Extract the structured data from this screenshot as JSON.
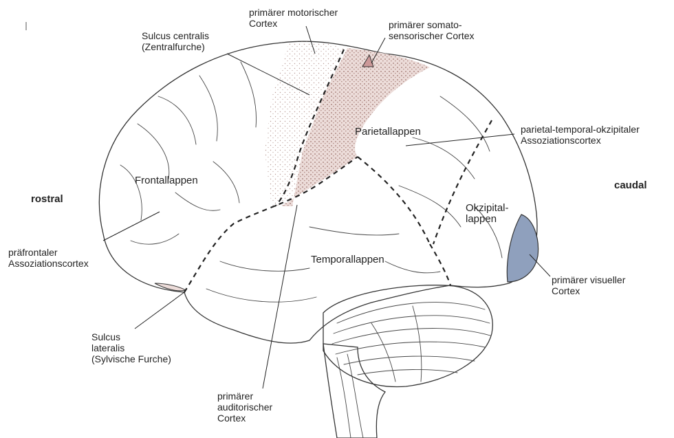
{
  "labels": {
    "motor_cortex": [
      "primärer motorischer",
      "Cortex"
    ],
    "somato_cortex": [
      "primärer somato-",
      "sensorischer Cortex"
    ],
    "sulcus_centralis": [
      "Sulcus centralis",
      "(Zentralfurche)"
    ],
    "parietal": "Parietallappen",
    "pto_assoc": [
      "parietal-temporal-okzipitaler",
      "Assoziationscortex"
    ],
    "rostral": "rostral",
    "caudal": "caudal",
    "frontal": "Frontallappen",
    "occipital": [
      "Okzipital-",
      "lappen"
    ],
    "prefrontal": [
      "präfrontaler",
      "Assoziationscortex"
    ],
    "temporal": "Temporallappen",
    "visual_cortex": [
      "primärer visueller",
      "Cortex"
    ],
    "sulcus_lateralis": [
      "Sulcus",
      "lateralis",
      "(Sylvische Furche)"
    ],
    "auditory_cortex": [
      "primärer",
      "auditorischer",
      "Cortex"
    ]
  },
  "colors": {
    "motor_stipple": "#c9b4b0",
    "somato_fill": "#e6d3d0",
    "visual_fill": "#8fa0bd",
    "outline": "#333333"
  }
}
